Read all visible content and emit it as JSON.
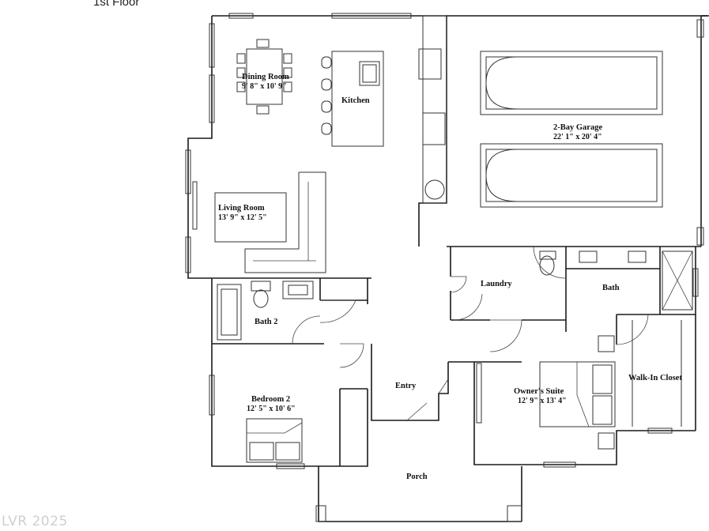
{
  "floor_title": "1st Floor",
  "watermark": "LVR 2025",
  "rooms": {
    "dining": {
      "name": "Dining Room",
      "dim": "9' 8\" x 10' 9\""
    },
    "kitchen": {
      "name": "Kitchen"
    },
    "living": {
      "name": "Living Room",
      "dim": "13' 9\" x 12' 5\""
    },
    "garage": {
      "name": "2-Bay Garage",
      "dim": "22' 1\" x 20' 4\""
    },
    "laundry": {
      "name": "Laundry"
    },
    "bath": {
      "name": "Bath"
    },
    "bath2": {
      "name": "Bath 2"
    },
    "entry": {
      "name": "Entry"
    },
    "owners": {
      "name": "Owner's Suite",
      "dim": "12' 9\" x 13' 4\""
    },
    "closet": {
      "name": "Walk-In Closet"
    },
    "bedroom2": {
      "name": "Bedroom 2",
      "dim": "12' 5\" x 10' 6\""
    },
    "porch": {
      "name": "Porch"
    }
  }
}
